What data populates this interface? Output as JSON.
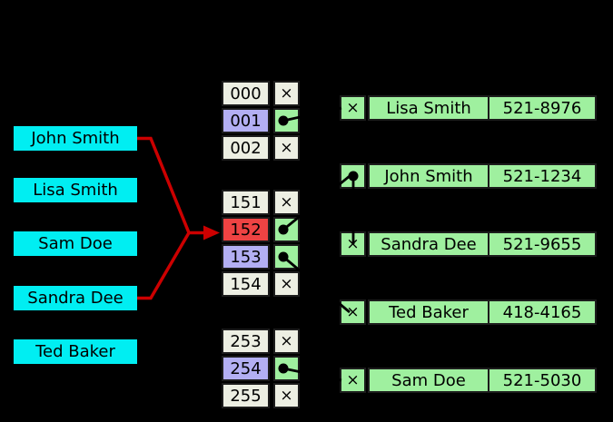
{
  "keys": [
    "John Smith",
    "Lisa Smith",
    "Sam Doe",
    "Sandra Dee",
    "Ted Baker"
  ],
  "bucket_groups": [
    {
      "rows": [
        {
          "index": "000",
          "slot": "empty"
        },
        {
          "index": "001",
          "slot": "pointer"
        },
        {
          "index": "002",
          "slot": "empty"
        }
      ]
    },
    {
      "rows": [
        {
          "index": "151",
          "slot": "empty"
        },
        {
          "index": "152",
          "slot": "pointer"
        },
        {
          "index": "153",
          "slot": "pointer"
        },
        {
          "index": "154",
          "slot": "empty"
        }
      ]
    },
    {
      "rows": [
        {
          "index": "253",
          "slot": "empty"
        },
        {
          "index": "254",
          "slot": "pointer"
        },
        {
          "index": "255",
          "slot": "empty"
        }
      ]
    }
  ],
  "entries": [
    {
      "slot": "empty",
      "name": "Lisa Smith",
      "phone": "521-8976"
    },
    {
      "slot": "pointer",
      "name": "John Smith",
      "phone": "521-1234"
    },
    {
      "slot": "empty",
      "name": "Sandra Dee",
      "phone": "521-9655"
    },
    {
      "slot": "empty",
      "name": "Ted Baker",
      "phone": "418-4165"
    },
    {
      "slot": "empty",
      "name": "Sam Doe",
      "phone": "521-5030"
    }
  ],
  "icons": {
    "empty_slot": "×",
    "pointer_dot": "filled-circle"
  },
  "colors": {
    "background": "#000000",
    "key_fill": "#00eef2",
    "bucket_fill": "#edefe3",
    "occupied_fill": "#b3aff3",
    "collision_fill": "#ee4343",
    "pointer_fill": "#9ff09f",
    "entry_fill": "#9ff09f",
    "arrow": "#cc0000",
    "text": "#000000"
  }
}
